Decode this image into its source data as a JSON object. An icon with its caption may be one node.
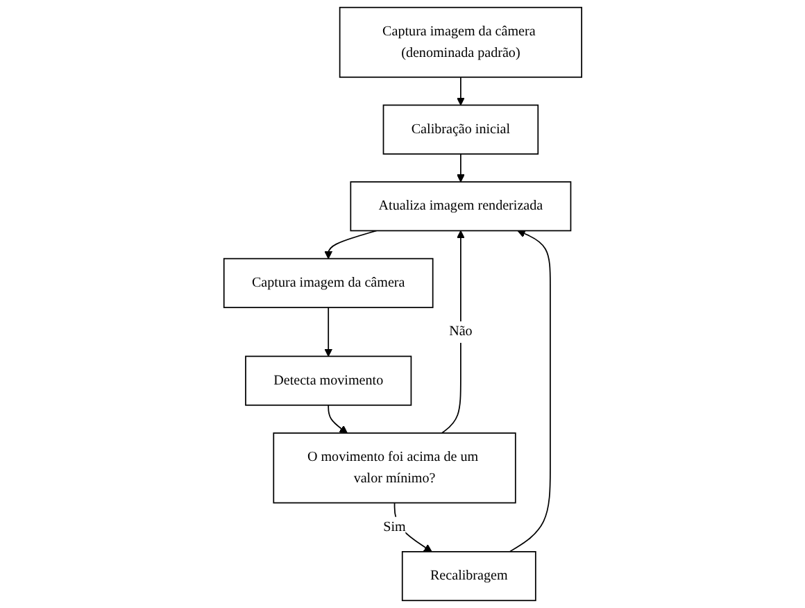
{
  "diagram": {
    "nodes": [
      {
        "text": [
          "Captura imagem da câmera (denominada padrão)"
        ]
      },
      {
        "text": [
          "Calibração inicial"
        ]
      },
      {
        "text": [
          "Atualiza imagem renderizada"
        ]
      },
      {
        "text": [
          "Captura imagem da câmera"
        ]
      },
      {
        "text": [
          "Detecta movimento"
        ]
      },
      {
        "text": [
          "O movimento foi acima de um valor mínimo?"
        ]
      },
      {
        "text": [
          "Recalibragem"
        ]
      }
    ],
    "edges": [
      {
        "from": 0,
        "to": 1,
        "arrow": "to"
      },
      {
        "from": 1,
        "to": 2,
        "arrow": "to"
      },
      {
        "from": 2,
        "to": 3,
        "arrow": "to"
      },
      {
        "from": 3,
        "to": 4,
        "arrow": "to"
      },
      {
        "from": 4,
        "to": 5,
        "arrow": "to"
      },
      {
        "from": 5,
        "to": 2,
        "label": "Não",
        "arrow": "to"
      },
      {
        "from": 5,
        "to": 6,
        "label": "Sim",
        "arrow": "to"
      },
      {
        "from": 6,
        "to": 2,
        "arrow": "to"
      }
    ]
  }
}
